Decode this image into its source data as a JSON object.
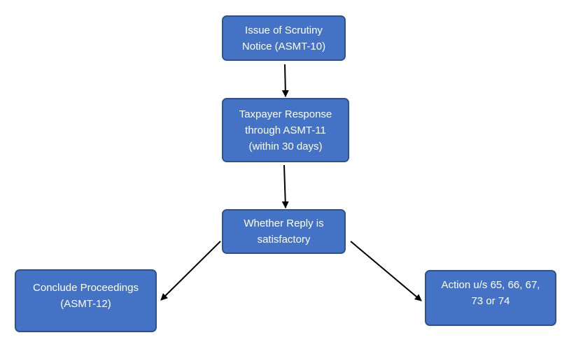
{
  "diagram": {
    "nodes": [
      {
        "id": "issue_notice",
        "lines": [
          "Issue of Scrutiny",
          "Notice (ASMT-10)"
        ]
      },
      {
        "id": "taxpayer_response",
        "lines": [
          "Taxpayer Response",
          "through ASMT-11",
          "(within 30 days)"
        ]
      },
      {
        "id": "whether_satisfactory",
        "lines": [
          "Whether Reply is",
          "satisfactory"
        ]
      },
      {
        "id": "conclude_proceedings",
        "lines": [
          "Conclude Proceedings",
          "(ASMT-12)"
        ]
      },
      {
        "id": "action",
        "lines": [
          "Action u/s 65, 66, 67,",
          "73 or 74"
        ]
      }
    ],
    "edges": [
      {
        "from": "issue_notice",
        "to": "taxpayer_response"
      },
      {
        "from": "taxpayer_response",
        "to": "whether_satisfactory"
      },
      {
        "from": "whether_satisfactory",
        "to": "conclude_proceedings"
      },
      {
        "from": "whether_satisfactory",
        "to": "action"
      }
    ],
    "colors": {
      "box_fill": "#4472c4",
      "box_border": "#2f528f",
      "text": "#ffffff",
      "arrow": "#000000"
    }
  }
}
